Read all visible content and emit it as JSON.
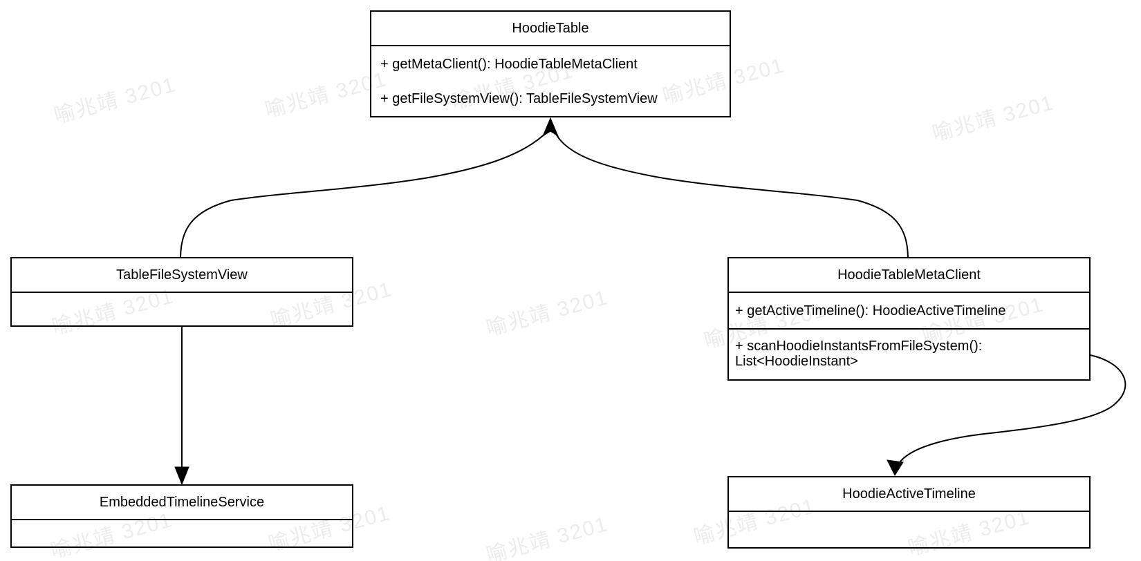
{
  "diagram_type": "uml-class-diagram",
  "classes": {
    "hoodie_table": {
      "title": "HoodieTable",
      "methods": [
        "+ getMetaClient(): HoodieTableMetaClient",
        "+ getFileSystemView(): TableFileSystemView"
      ]
    },
    "table_file_system_view": {
      "title": "TableFileSystemView",
      "methods": []
    },
    "hoodie_table_meta_client": {
      "title": "HoodieTableMetaClient",
      "methods": [
        "+ getActiveTimeline(): HoodieActiveTimeline",
        "+ scanHoodieInstantsFromFileSystem(): List<HoodieInstant>"
      ]
    },
    "embedded_timeline_service": {
      "title": "EmbeddedTimelineService",
      "methods": []
    },
    "hoodie_active_timeline": {
      "title": "HoodieActiveTimeline",
      "methods": []
    }
  },
  "relations": [
    {
      "from": "TableFileSystemView",
      "to": "HoodieTable",
      "arrow": "open-triangle-up",
      "style": "curved"
    },
    {
      "from": "HoodieTableMetaClient",
      "to": "HoodieTable",
      "arrow": "open-triangle-up",
      "style": "curved"
    },
    {
      "from": "TableFileSystemView",
      "to": "EmbeddedTimelineService",
      "arrow": "solid-triangle-down",
      "style": "straight"
    },
    {
      "from": "HoodieTableMetaClient",
      "to": "HoodieActiveTimeline",
      "arrow": "solid-triangle-down",
      "style": "s-curve"
    }
  ],
  "watermark": {
    "text": "喻兆靖 3201",
    "color": "#ececec"
  },
  "colors": {
    "background": "#ffffff",
    "line": "#000000",
    "text": "#000000"
  }
}
